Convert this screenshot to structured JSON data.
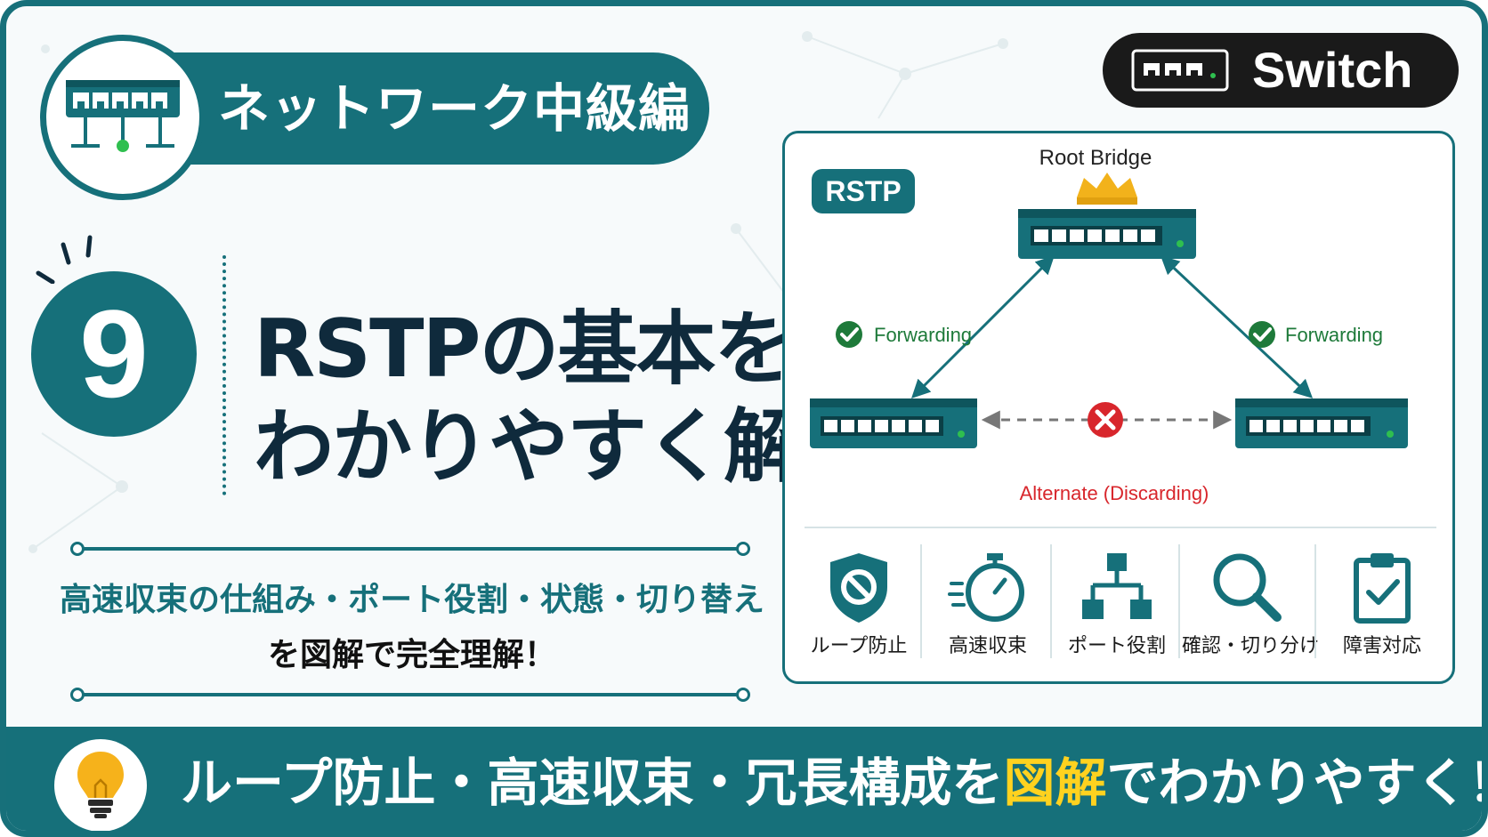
{
  "category": {
    "label": "ネットワーク中級編",
    "icon": "network-switch-icon"
  },
  "brand": {
    "label": "Switch",
    "icon": "switch-ports-icon"
  },
  "episode": {
    "number": "9"
  },
  "title": {
    "line1": "RSTPの基本を",
    "line2": "わかりやすく解説"
  },
  "subtitle": {
    "line1": "高速収束の仕組み・ポート役割・状態・切り替え",
    "line2": "を図解で完全理解！"
  },
  "diagram": {
    "tag": "RSTP",
    "root_label": "Root Bridge",
    "forwarding_left": "Forwarding",
    "forwarding_right": "Forwarding",
    "alternate_label": "Alternate (Discarding)",
    "icons": {
      "root": "crown-icon",
      "forwarding": "check-circle-icon",
      "blocked": "x-circle-icon"
    }
  },
  "features": [
    {
      "label": "ループ防止",
      "icon": "shield-block-icon"
    },
    {
      "label": "高速収束",
      "icon": "stopwatch-icon"
    },
    {
      "label": "ポート役割",
      "icon": "hierarchy-icon"
    },
    {
      "label": "確認・切り分け",
      "icon": "magnifier-icon"
    },
    {
      "label": "障害対応",
      "icon": "clipboard-check-icon"
    }
  ],
  "banner": {
    "text_before": "ループ防止・高速収束・冗長構成を",
    "highlight": "図解",
    "text_after": "でわかりやすく！",
    "icon": "lightbulb-icon"
  },
  "colors": {
    "teal": "#16707a",
    "dark_navy": "#0f2a3c",
    "forwarding_green": "#1e7a3a",
    "alert_red": "#d8262c",
    "highlight_yellow": "#ffd21f"
  }
}
